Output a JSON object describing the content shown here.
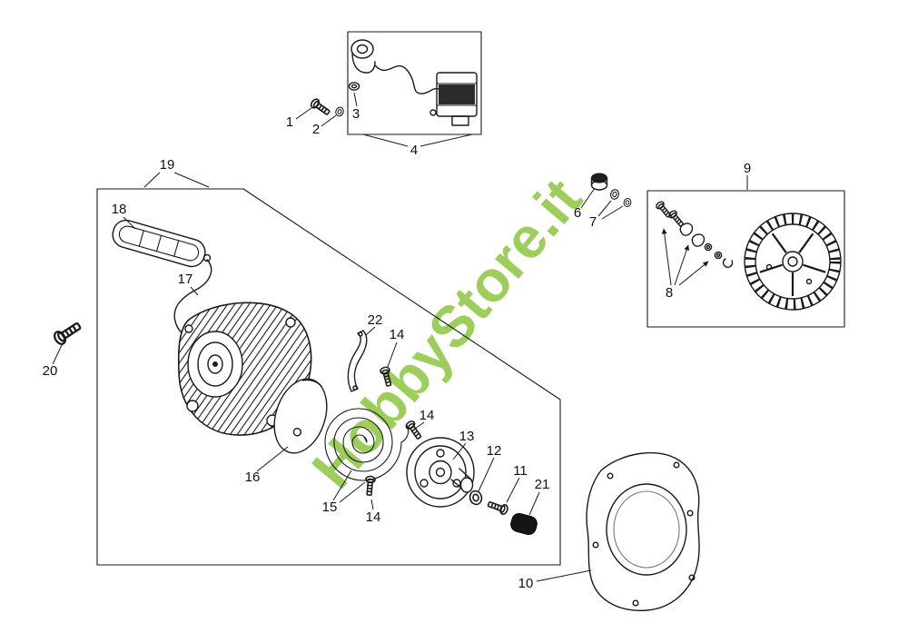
{
  "page": {
    "background": "#ffffff"
  },
  "watermark": {
    "text": "HobbyStore.it",
    "color": "#8CC63F"
  },
  "diagram": {
    "labels": {
      "l1": "1",
      "l2": "2",
      "l3": "3",
      "l4": "4",
      "l6": "6",
      "l7": "7",
      "l8": "8",
      "l9": "9",
      "l10": "10",
      "l11": "11",
      "l12": "12",
      "l13": "13",
      "l14a": "14",
      "l14b": "14",
      "l14c": "14",
      "l15": "15",
      "l16": "16",
      "l17": "17",
      "l18": "18",
      "l19": "19",
      "l20": "20",
      "l21": "21",
      "l22": "22"
    }
  }
}
